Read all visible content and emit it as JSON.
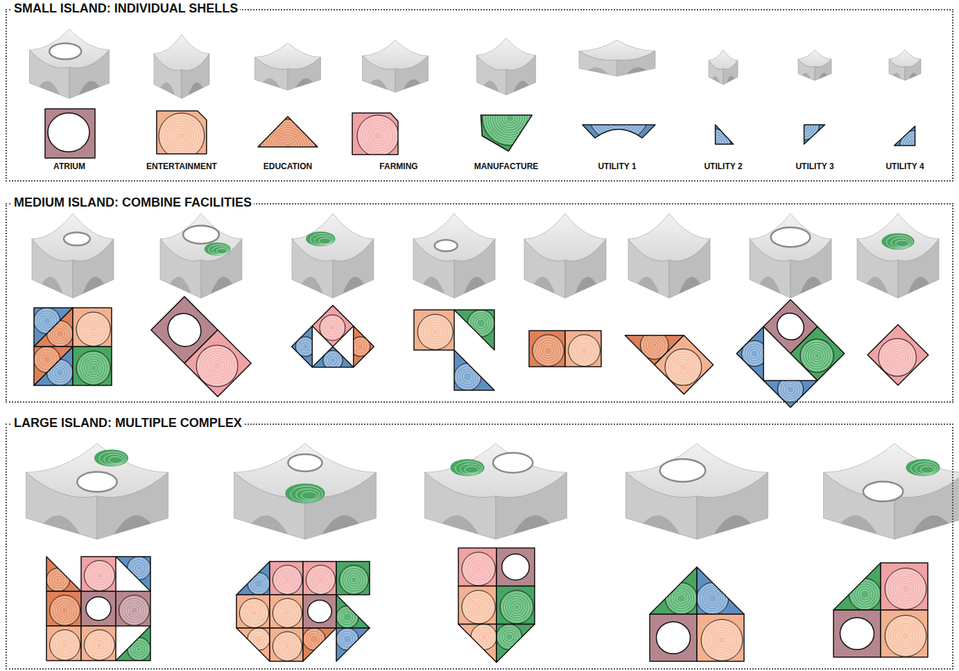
{
  "diagram": {
    "nodes": [
      {
        "text": [
          "SMALL ISLAND: INDIVIDUAL SHELLS"
        ]
      },
      {
        "text": [
          "ATRIUM"
        ],
        "in": 0
      },
      {
        "text": [
          "ENTERTAINMENT"
        ],
        "in": 0
      },
      {
        "text": [
          "EDUCATION"
        ],
        "in": 0
      },
      {
        "text": [
          "FARMING"
        ],
        "in": 0
      },
      {
        "text": [
          "MANUFACTURE"
        ],
        "in": 0
      },
      {
        "text": [
          "UTILITY 1"
        ],
        "in": 0
      },
      {
        "text": [
          "UTILITY 2"
        ],
        "in": 0
      },
      {
        "text": [
          "UTILITY 3"
        ],
        "in": 0
      },
      {
        "text": [
          "UTILITY 4"
        ],
        "in": 0
      },
      {
        "text": [
          "MEDIUM ISLAND: COMBINE FACILITIES"
        ]
      },
      {
        "text": [
          "LARGE ISLAND: MULTIPLE COMPLEX"
        ]
      }
    ]
  }
}
